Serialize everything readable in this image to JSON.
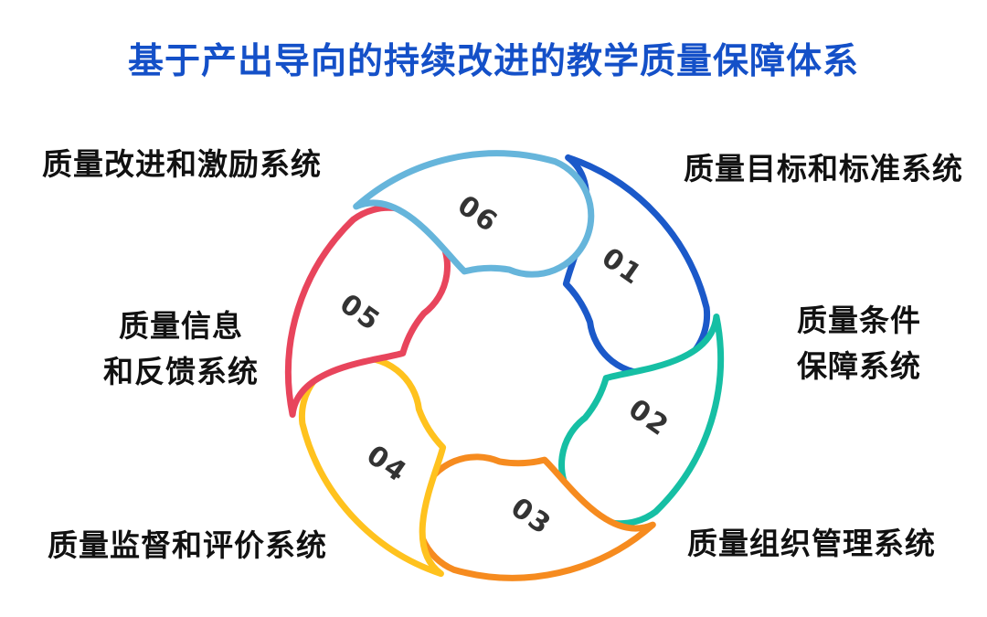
{
  "title": {
    "text": "基于产出导向的持续改进的教学质量保障体系",
    "color": "#1450C8"
  },
  "diagram": {
    "type": "cycle-ring",
    "direction": "clockwise",
    "number_color": "#333333",
    "segments": [
      {
        "num": "01",
        "label": "质量目标和标准系统",
        "color": "#1B59C9",
        "label_position": "top-right"
      },
      {
        "num": "02",
        "label": "质量条件\n保障系统",
        "color": "#16BFA4",
        "label_position": "right"
      },
      {
        "num": "03",
        "label": "质量组织管理系统",
        "color": "#F68B1F",
        "label_position": "bottom-right"
      },
      {
        "num": "04",
        "label": "质量监督和评价系统",
        "color": "#FFC21E",
        "label_position": "bottom-left"
      },
      {
        "num": "05",
        "label": "质量信息\n和反馈系统",
        "color": "#E8455C",
        "label_position": "left"
      },
      {
        "num": "06",
        "label": "质量改进和激励系统",
        "color": "#66B5DB",
        "label_position": "top-left"
      }
    ]
  }
}
